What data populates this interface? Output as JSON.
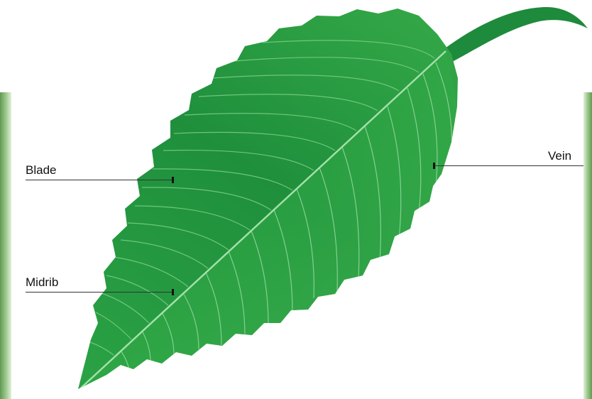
{
  "labels": {
    "blade": "Blade",
    "midrib": "Midrib",
    "vein": "Vein"
  },
  "colors": {
    "leaf_dark": "#16863a",
    "leaf_mid": "#2fa244",
    "leaf_light": "#4cbf52",
    "stem": "#1e8a3c",
    "vein_line": "#8fd49a",
    "frame_green": "#7fb46f"
  }
}
